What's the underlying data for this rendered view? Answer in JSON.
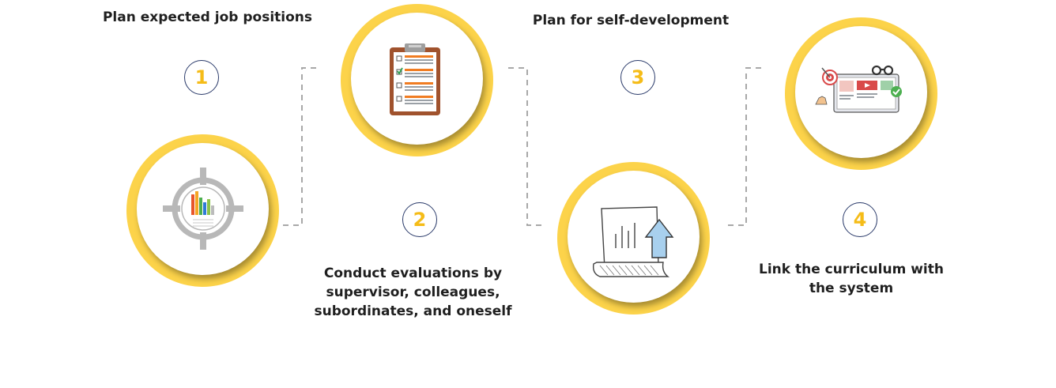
{
  "steps": [
    {
      "number": "1",
      "label": "Plan expected job positions",
      "icon": "target-chart-icon"
    },
    {
      "number": "2",
      "label": "Conduct evaluations by supervisor, colleagues, subordinates, and oneself",
      "icon": "clipboard-checklist-icon"
    },
    {
      "number": "3",
      "label": "Plan for self-development",
      "icon": "growth-report-icon"
    },
    {
      "number": "4",
      "label": "Link the curriculum with the system",
      "icon": "elearning-screen-icon"
    }
  ],
  "colors": {
    "ring": "#fcd34a",
    "number": "#f5bc18",
    "number_border": "#2a3a6a",
    "connector": "#a8a8a8"
  }
}
